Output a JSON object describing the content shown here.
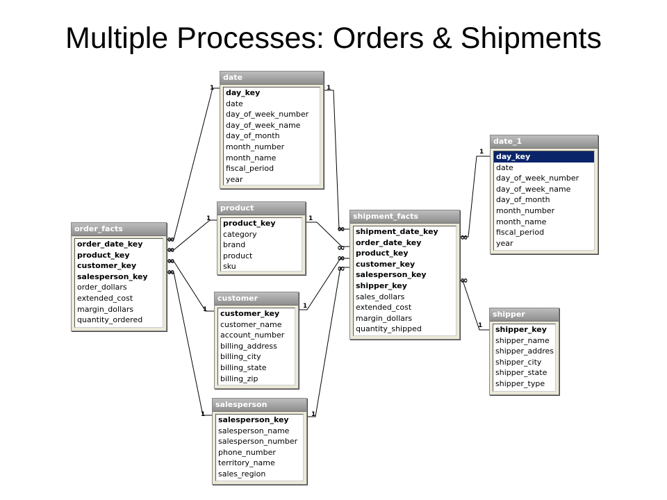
{
  "title": "Multiple Processes: Orders & Shipments",
  "one_label": "1",
  "many_label": "∞",
  "tables": {
    "date": {
      "name": "date",
      "fields": [
        {
          "text": "day_key",
          "pk": true
        },
        {
          "text": "date"
        },
        {
          "text": "day_of_week_number"
        },
        {
          "text": "day_of_week_name"
        },
        {
          "text": "day_of_month"
        },
        {
          "text": "month_number"
        },
        {
          "text": "month_name"
        },
        {
          "text": "fiscal_period"
        },
        {
          "text": "year"
        }
      ]
    },
    "product": {
      "name": "product",
      "fields": [
        {
          "text": "product_key",
          "pk": true
        },
        {
          "text": "category"
        },
        {
          "text": "brand"
        },
        {
          "text": "product"
        },
        {
          "text": "sku"
        }
      ]
    },
    "customer": {
      "name": "customer",
      "fields": [
        {
          "text": "customer_key",
          "pk": true
        },
        {
          "text": "customer_name"
        },
        {
          "text": "account_number"
        },
        {
          "text": "billing_address"
        },
        {
          "text": "billing_city"
        },
        {
          "text": "billing_state"
        },
        {
          "text": "billing_zip"
        }
      ]
    },
    "salesperson": {
      "name": "salesperson",
      "fields": [
        {
          "text": "salesperson_key",
          "pk": true
        },
        {
          "text": "salesperson_name"
        },
        {
          "text": "salesperson_number"
        },
        {
          "text": "phone_number"
        },
        {
          "text": "territory_name"
        },
        {
          "text": "sales_region"
        }
      ]
    },
    "order_facts": {
      "name": "order_facts",
      "fields": [
        {
          "text": "order_date_key",
          "pk": true
        },
        {
          "text": "product_key",
          "pk": true
        },
        {
          "text": "customer_key",
          "pk": true
        },
        {
          "text": "salesperson_key",
          "pk": true
        },
        {
          "text": "order_dollars"
        },
        {
          "text": "extended_cost"
        },
        {
          "text": "margin_dollars"
        },
        {
          "text": "quantity_ordered"
        }
      ]
    },
    "shipment_facts": {
      "name": "shipment_facts",
      "fields": [
        {
          "text": "shipment_date_key",
          "pk": true
        },
        {
          "text": "order_date_key",
          "pk": true
        },
        {
          "text": "product_key",
          "pk": true
        },
        {
          "text": "customer_key",
          "pk": true
        },
        {
          "text": "salesperson_key",
          "pk": true
        },
        {
          "text": "shipper_key",
          "pk": true
        },
        {
          "text": "sales_dollars"
        },
        {
          "text": "extended_cost"
        },
        {
          "text": "margin_dollars"
        },
        {
          "text": "quantity_shipped"
        }
      ]
    },
    "date_1": {
      "name": "date_1",
      "fields": [
        {
          "text": "day_key",
          "pk": true,
          "selected": true
        },
        {
          "text": "date"
        },
        {
          "text": "day_of_week_number"
        },
        {
          "text": "day_of_week_name"
        },
        {
          "text": "day_of_month"
        },
        {
          "text": "month_number"
        },
        {
          "text": "month_name"
        },
        {
          "text": "fiscal_period"
        },
        {
          "text": "year"
        }
      ]
    },
    "shipper": {
      "name": "shipper",
      "fields": [
        {
          "text": "shipper_key",
          "pk": true
        },
        {
          "text": "shipper_name"
        },
        {
          "text": "shipper_addres"
        },
        {
          "text": "shipper_city"
        },
        {
          "text": "shipper_state"
        },
        {
          "text": "shipper_type"
        }
      ]
    }
  }
}
